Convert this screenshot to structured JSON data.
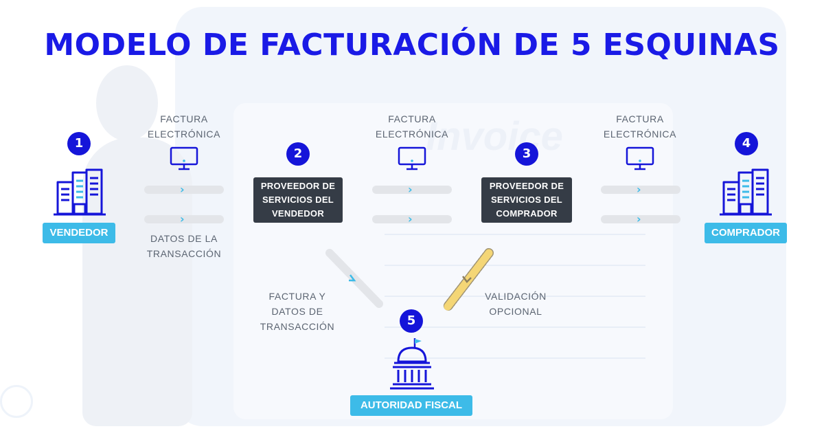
{
  "title": "MODELO DE FACTURACIÓN DE 5 ESQUINAS",
  "background_word": "Invoice",
  "nodes": [
    {
      "number": "1",
      "label": "VENDEDOR"
    },
    {
      "number": "2",
      "label_lines": [
        "PROVEEDOR DE",
        "SERVICIOS DEL",
        "VENDEDOR"
      ]
    },
    {
      "number": "3",
      "label_lines": [
        "PROVEEDOR DE",
        "SERVICIOS DEL",
        "COMPRADOR"
      ]
    },
    {
      "number": "4",
      "label": "COMPRADOR"
    },
    {
      "number": "5",
      "label": "AUTORIDAD FISCAL"
    }
  ],
  "flows": {
    "invoice_label_lines": [
      "FACTURA",
      "ELECTRÓNICA"
    ],
    "transaction_label_lines": [
      "DATOS DE LA",
      "TRANSACCIÓN"
    ],
    "to_authority_lines": [
      "FACTURA Y",
      "DATOS DE",
      "TRANSACCIÓN"
    ],
    "validation_lines": [
      "VALIDACIÓN",
      "OPCIONAL"
    ]
  },
  "icons": [
    "building-icon",
    "monitor-icon",
    "government-building-icon",
    "chevron-right-icon"
  ],
  "colors": {
    "title": "#1a1ae6",
    "number_badge": "#1515d9",
    "party_tag": "#3dbbe8",
    "provider_tag": "#353c46",
    "validation_arrow": "#f4d676",
    "icon_stroke": "#1515d9",
    "icon_accent": "#3dbbe8"
  }
}
